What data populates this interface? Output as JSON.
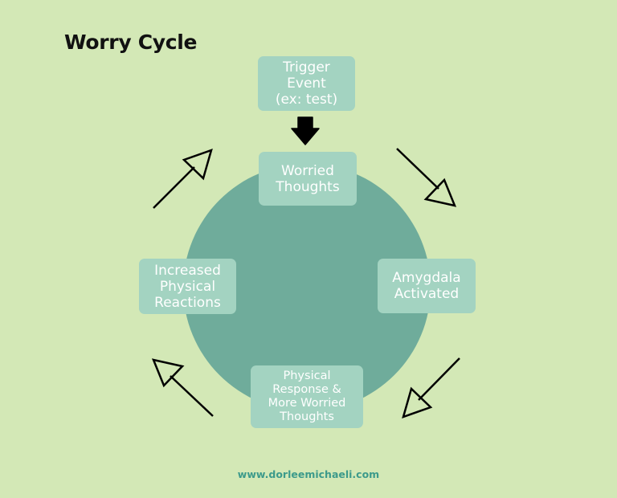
{
  "title": "Worry Cycle",
  "nodes": {
    "trigger": "Trigger\nEvent\n(ex: test)",
    "worried": "Worried\nThoughts",
    "amygdala": "Amygdala\nActivated",
    "physical": "Physical\nResponse &\nMore Worried\nThoughts",
    "increased": "Increased\nPhysical\nReactions"
  },
  "colors": {
    "background": "#d3e8b6",
    "circle": "#6fac9b",
    "box": "#a3d3c1",
    "footer_text": "#3c9a8b"
  },
  "icons": [
    "down-arrow-icon",
    "cycle-arrow-icon"
  ],
  "footer": "www.dorleemichaeli.com"
}
